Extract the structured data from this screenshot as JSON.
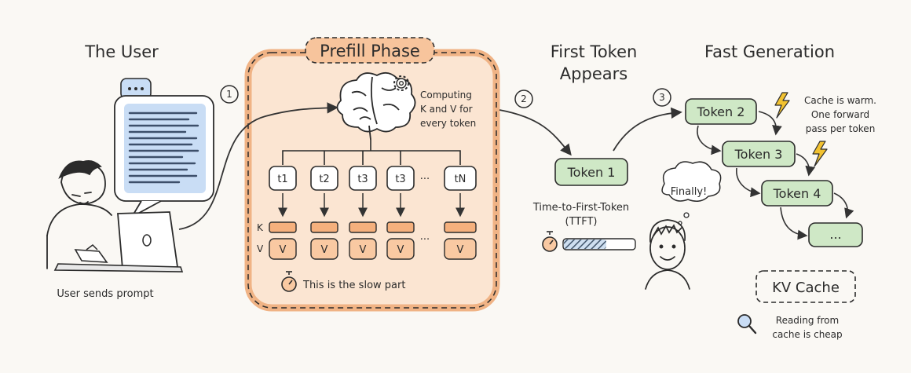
{
  "sections": {
    "user": {
      "title": "The User",
      "caption": "User sends prompt"
    },
    "prefill": {
      "title": "Prefill Phase",
      "note": [
        "Computing",
        "K and V for",
        "every token"
      ],
      "tokens": [
        "t1",
        "t2",
        "t3",
        "t3",
        "tN"
      ],
      "ellipsis": "···",
      "k_label": "K",
      "v_label": "V",
      "v_cell": "V",
      "footer": "This is the slow part"
    },
    "first_token": {
      "title": [
        "First Token",
        "Appears"
      ],
      "token": "Token 1",
      "ttft": [
        "Time-to-First-Token",
        "(TTFT)"
      ],
      "ttft_progress": 0.6
    },
    "fast": {
      "title": "Fast Generation",
      "tokens": [
        "Token 2",
        "Token 3",
        "Token 4",
        "..."
      ],
      "note": [
        "Cache is warm.",
        "One forward",
        "pass per token"
      ],
      "thought": "Finally!",
      "kv_cache": "KV Cache",
      "cache_note": [
        "Reading from",
        "cache is cheap"
      ]
    }
  },
  "steps": [
    "1",
    "2",
    "3"
  ],
  "icons": {
    "gear": "gear-icon",
    "brain": "brain-icon",
    "stopwatch": "stopwatch-icon",
    "lightning": "lightning-icon",
    "magnifier": "magnifier-icon",
    "chat": "chat-bubble-icon"
  },
  "colors": {
    "prefill_fill": "#fbe5d2",
    "prefill_border": "#f0b385",
    "token_green": "#cfe8c6",
    "k_orange": "#f5b07d",
    "v_orange": "#f9c9a2",
    "prompt_blue": "#c9ddf5",
    "lightning": "#f2c230"
  }
}
